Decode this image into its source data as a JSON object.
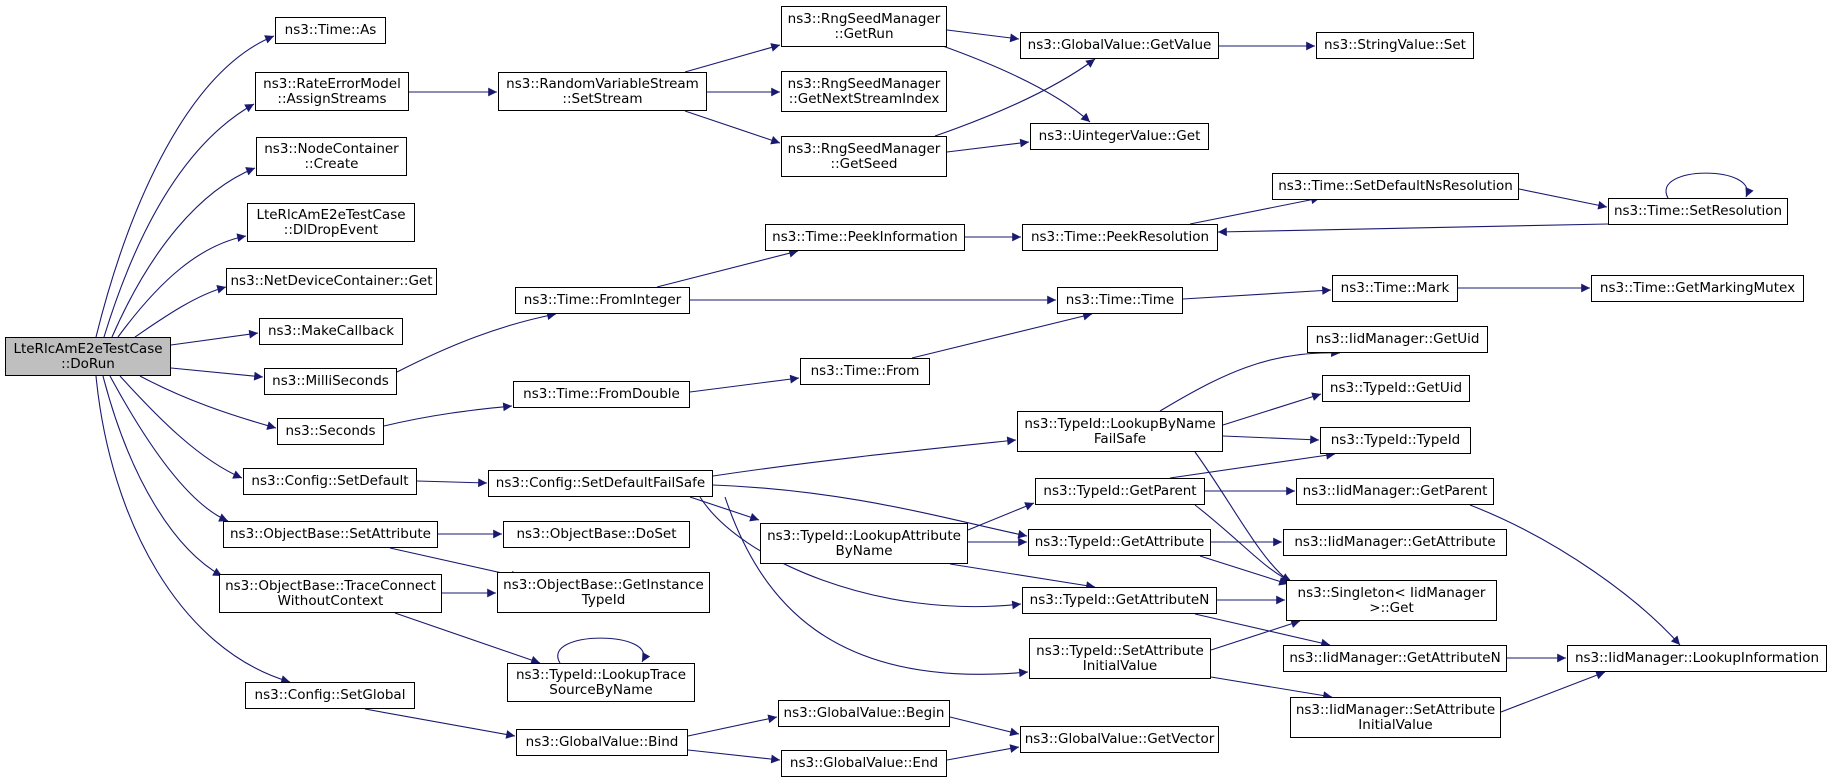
{
  "colors": {
    "edge": "#191970",
    "node_fill": "#ffffff",
    "root_fill": "#bfbfbf",
    "border": "#000000"
  },
  "nodes": {
    "root": "LteRlcAmE2eTestCase\n::DoRun",
    "time_as": "ns3::Time::As",
    "rem_assign": "ns3::RateErrorModel\n::AssignStreams",
    "nc_create": "ns3::NodeContainer\n::Create",
    "dldrop": "LteRlcAmE2eTestCase\n::DlDropEvent",
    "ndc_get": "ns3::NetDeviceContainer::Get",
    "makecb": "ns3::MakeCallback",
    "millis": "ns3::MilliSeconds",
    "seconds": "ns3::Seconds",
    "cfg_setdef": "ns3::Config::SetDefault",
    "ob_setattr": "ns3::ObjectBase::SetAttribute",
    "ob_trace": "ns3::ObjectBase::TraceConnect\nWithoutContext",
    "cfg_setglobal": "ns3::Config::SetGlobal",
    "rvs_setstream": "ns3::RandomVariableStream\n::SetStream",
    "t_fromint": "ns3::Time::FromInteger",
    "t_fromdouble": "ns3::Time::FromDouble",
    "cfg_setdeffs": "ns3::Config::SetDefaultFailSafe",
    "ob_doset": "ns3::ObjectBase::DoSet",
    "ob_getinst": "ns3::ObjectBase::GetInstance\nTypeId",
    "tid_lookuptrace": "ns3::TypeId::LookupTrace\nSourceByName",
    "gv_bind": "ns3::GlobalValue::Bind",
    "rsm_getrun": "ns3::RngSeedManager\n::GetRun",
    "rsm_getnext": "ns3::RngSeedManager\n::GetNextStreamIndex",
    "rsm_getseed": "ns3::RngSeedManager\n::GetSeed",
    "t_peekinfo": "ns3::Time::PeekInformation",
    "t_from": "ns3::Time::From",
    "tid_lookupattr": "ns3::TypeId::LookupAttribute\nByName",
    "gv_begin": "ns3::GlobalValue::Begin",
    "gv_end": "ns3::GlobalValue::End",
    "gv_getvalue": "ns3::GlobalValue::GetValue",
    "uv_get": "ns3::UintegerValue::Get",
    "t_peekres": "ns3::Time::PeekResolution",
    "t_time": "ns3::Time::Time",
    "tid_lookupbyname": "ns3::TypeId::LookupByName\nFailSafe",
    "tid_getparent": "ns3::TypeId::GetParent",
    "tid_getattr": "ns3::TypeId::GetAttribute",
    "tid_getattrn": "ns3::TypeId::GetAttributeN",
    "tid_setattrinit": "ns3::TypeId::SetAttribute\nInitialValue",
    "gv_getvector": "ns3::GlobalValue::GetVector",
    "sv_set": "ns3::StringValue::Set",
    "t_setdefns": "ns3::Time::SetDefaultNsResolution",
    "t_mark": "ns3::Time::Mark",
    "iid_getuid": "ns3::IidManager::GetUid",
    "tid_getuid": "ns3::TypeId::GetUid",
    "tid_typeid": "ns3::TypeId::TypeId",
    "iid_getparent": "ns3::IidManager::GetParent",
    "iid_getattr": "ns3::IidManager::GetAttribute",
    "singleton_get": "ns3::Singleton< IidManager\n>::Get",
    "iid_getattrn": "ns3::IidManager::GetAttributeN",
    "iid_setattrinit": "ns3::IidManager::SetAttribute\nInitialValue",
    "t_setres": "ns3::Time::SetResolution",
    "t_getmarkmutex": "ns3::Time::GetMarkingMutex",
    "iid_lookupinfo": "ns3::IidManager::LookupInformation"
  }
}
